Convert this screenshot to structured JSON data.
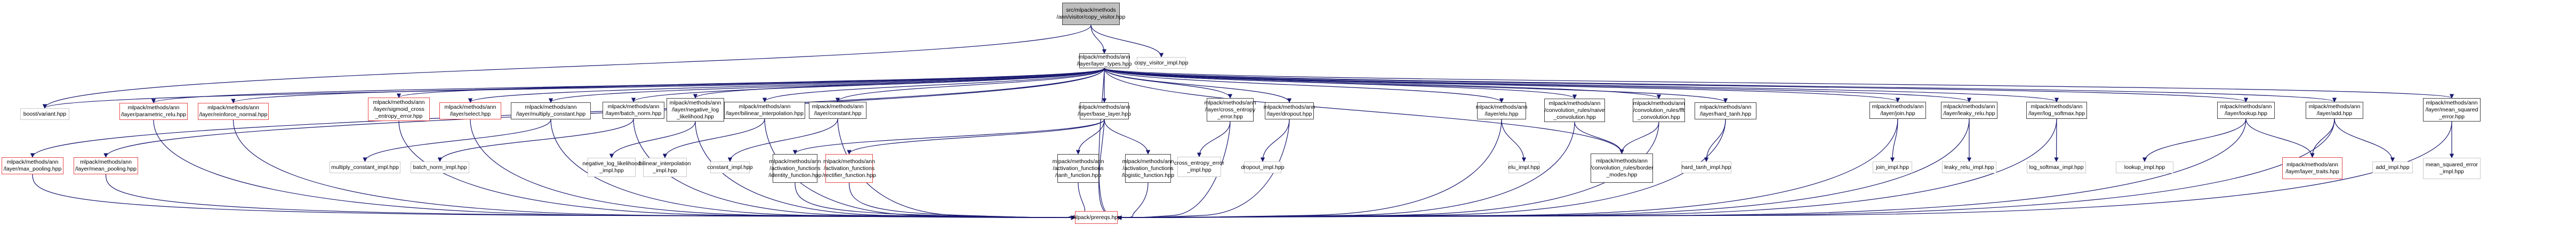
{
  "title": "Include dependency graph for copy_visitor.hpp",
  "colors": {
    "edge": "#191970",
    "node_documented_border": "#404040",
    "node_incomplete_border": "#e84848",
    "node_external_border": "#c8c8c8",
    "root_fill": "#bfbfbf"
  },
  "nodes": [
    {
      "id": "root",
      "label": "src/mlpack/methods\n/ann/visitor/copy_visitor.hpp",
      "style": "root"
    },
    {
      "id": "layer_types",
      "label": "mlpack/methods/ann\n/layer/layer_types.hpp",
      "style": "black"
    },
    {
      "id": "copy_visitor_impl",
      "label": "copy_visitor_impl.hpp",
      "style": "gray"
    },
    {
      "id": "boost_variant",
      "label": "boost/variant.hpp",
      "style": "gray"
    },
    {
      "id": "parametric_relu",
      "label": "mlpack/methods/ann\n/layer/parametric_relu.hpp",
      "style": "red"
    },
    {
      "id": "reinforce_normal",
      "label": "mlpack/methods/ann\n/layer/reinforce_normal.hpp",
      "style": "red"
    },
    {
      "id": "sigmoid_cross",
      "label": "mlpack/methods/ann\n/layer/sigmoid_cross\n_entropy_error.hpp",
      "style": "red"
    },
    {
      "id": "select",
      "label": "mlpack/methods/ann\n/layer/select.hpp",
      "style": "red"
    },
    {
      "id": "multiply_constant",
      "label": "mlpack/methods/ann\n/layer/multiply_constant.hpp",
      "style": "black"
    },
    {
      "id": "batch_norm",
      "label": "mlpack/methods/ann\n/layer/batch_norm.hpp",
      "style": "black"
    },
    {
      "id": "negative_log",
      "label": "mlpack/methods/ann\n/layer/negative_log\n_likelihood.hpp",
      "style": "black"
    },
    {
      "id": "bilinear",
      "label": "mlpack/methods/ann\n/layer/bilinear_interpolation.hpp",
      "style": "black"
    },
    {
      "id": "constant",
      "label": "mlpack/methods/ann\n/layer/constant.hpp",
      "style": "black"
    },
    {
      "id": "base_layer",
      "label": "mlpack/methods/ann\n/layer/base_layer.hpp",
      "style": "black"
    },
    {
      "id": "cross_entropy",
      "label": "mlpack/methods/ann\n/layer/cross_entropy\n_error.hpp",
      "style": "black"
    },
    {
      "id": "dropout",
      "label": "mlpack/methods/ann\n/layer/dropout.hpp",
      "style": "black"
    },
    {
      "id": "elu",
      "label": "mlpack/methods/ann\n/layer/elu.hpp",
      "style": "black"
    },
    {
      "id": "naive_conv",
      "label": "mlpack/methods/ann\n/convolution_rules/naive\n_convolution.hpp",
      "style": "black"
    },
    {
      "id": "fft_conv",
      "label": "mlpack/methods/ann\n/convolution_rules/fft\n_convolution.hpp",
      "style": "black"
    },
    {
      "id": "hard_tanh",
      "label": "mlpack/methods/ann\n/layer/hard_tanh.hpp",
      "style": "black"
    },
    {
      "id": "join",
      "label": "mlpack/methods/ann\n/layer/join.hpp",
      "style": "black"
    },
    {
      "id": "leaky_relu",
      "label": "mlpack/methods/ann\n/layer/leaky_relu.hpp",
      "style": "black"
    },
    {
      "id": "log_softmax",
      "label": "mlpack/methods/ann\n/layer/log_softmax.hpp",
      "style": "black"
    },
    {
      "id": "lookup",
      "label": "mlpack/methods/ann\n/layer/lookup.hpp",
      "style": "black"
    },
    {
      "id": "add",
      "label": "mlpack/methods/ann\n/layer/add.hpp",
      "style": "black"
    },
    {
      "id": "mse",
      "label": "mlpack/methods/ann\n/layer/mean_squared\n_error.hpp",
      "style": "black"
    },
    {
      "id": "max_pooling",
      "label": "mlpack/methods/ann\n/layer/max_pooling.hpp",
      "style": "red"
    },
    {
      "id": "mean_pooling",
      "label": "mlpack/methods/ann\n/layer/mean_pooling.hpp",
      "style": "red"
    },
    {
      "id": "multiply_constant_impl",
      "label": "multiply_constant_impl.hpp",
      "style": "gray"
    },
    {
      "id": "batch_norm_impl",
      "label": "batch_norm_impl.hpp",
      "style": "gray"
    },
    {
      "id": "negative_log_impl",
      "label": "negative_log_likelihood\n_impl.hpp",
      "style": "gray"
    },
    {
      "id": "bilinear_impl",
      "label": "bilinear_interpolation\n_impl.hpp",
      "style": "gray"
    },
    {
      "id": "constant_impl",
      "label": "constant_impl.hpp",
      "style": "gray"
    },
    {
      "id": "identity_fn",
      "label": "mlpack/methods/ann\n/activation_functions\n/identity_function.hpp",
      "style": "black"
    },
    {
      "id": "rectifier_fn",
      "label": "mlpack/methods/ann\n/activation_functions\n/rectifier_function.hpp",
      "style": "red"
    },
    {
      "id": "tanh_fn",
      "label": "mlpack/methods/ann\n/activation_functions\n/tanh_function.hpp",
      "style": "black"
    },
    {
      "id": "logistic_fn",
      "label": "mlpack/methods/ann\n/activation_functions\n/logistic_function.hpp",
      "style": "black"
    },
    {
      "id": "cross_entropy_impl",
      "label": "cross_entropy_error\n_impl.hpp",
      "style": "gray"
    },
    {
      "id": "dropout_impl",
      "label": "dropout_impl.hpp",
      "style": "gray"
    },
    {
      "id": "elu_impl",
      "label": "elu_impl.hpp",
      "style": "gray"
    },
    {
      "id": "border_modes",
      "label": "mlpack/methods/ann\n/convolution_rules/border\n_modes.hpp",
      "style": "black"
    },
    {
      "id": "hard_tanh_impl",
      "label": "hard_tanh_impl.hpp",
      "style": "gray"
    },
    {
      "id": "join_impl",
      "label": "join_impl.hpp",
      "style": "gray"
    },
    {
      "id": "leaky_relu_impl",
      "label": "leaky_relu_impl.hpp",
      "style": "gray"
    },
    {
      "id": "log_softmax_impl",
      "label": "log_softmax_impl.hpp",
      "style": "gray"
    },
    {
      "id": "lookup_impl",
      "label": "lookup_impl.hpp",
      "style": "gray"
    },
    {
      "id": "layer_traits",
      "label": "mlpack/methods/ann\n/layer/layer_traits.hpp",
      "style": "red"
    },
    {
      "id": "add_impl",
      "label": "add_impl.hpp",
      "style": "gray"
    },
    {
      "id": "mse_impl",
      "label": "mean_squared_error\n_impl.hpp",
      "style": "gray"
    },
    {
      "id": "prereqs",
      "label": "mlpack/prereqs.hpp",
      "style": "red"
    }
  ],
  "edges": [
    [
      "root",
      "layer_types"
    ],
    [
      "root",
      "copy_visitor_impl"
    ],
    [
      "root",
      "boost_variant"
    ],
    [
      "layer_types",
      "boost_variant"
    ],
    [
      "layer_types",
      "parametric_relu"
    ],
    [
      "layer_types",
      "reinforce_normal"
    ],
    [
      "layer_types",
      "sigmoid_cross"
    ],
    [
      "layer_types",
      "select"
    ],
    [
      "layer_types",
      "multiply_constant"
    ],
    [
      "layer_types",
      "batch_norm"
    ],
    [
      "layer_types",
      "negative_log"
    ],
    [
      "layer_types",
      "bilinear"
    ],
    [
      "layer_types",
      "constant"
    ],
    [
      "layer_types",
      "base_layer"
    ],
    [
      "layer_types",
      "cross_entropy"
    ],
    [
      "layer_types",
      "dropout"
    ],
    [
      "layer_types",
      "elu"
    ],
    [
      "layer_types",
      "naive_conv"
    ],
    [
      "layer_types",
      "fft_conv"
    ],
    [
      "layer_types",
      "hard_tanh"
    ],
    [
      "layer_types",
      "join"
    ],
    [
      "layer_types",
      "leaky_relu"
    ],
    [
      "layer_types",
      "log_softmax"
    ],
    [
      "layer_types",
      "lookup"
    ],
    [
      "layer_types",
      "add"
    ],
    [
      "layer_types",
      "mse"
    ],
    [
      "layer_types",
      "max_pooling"
    ],
    [
      "layer_types",
      "mean_pooling"
    ],
    [
      "layer_types",
      "border_modes"
    ],
    [
      "layer_types",
      "prereqs"
    ],
    [
      "multiply_constant",
      "multiply_constant_impl"
    ],
    [
      "multiply_constant",
      "prereqs"
    ],
    [
      "batch_norm",
      "batch_norm_impl"
    ],
    [
      "batch_norm",
      "prereqs"
    ],
    [
      "negative_log",
      "negative_log_impl"
    ],
    [
      "negative_log",
      "prereqs"
    ],
    [
      "bilinear",
      "bilinear_impl"
    ],
    [
      "bilinear",
      "prereqs"
    ],
    [
      "constant",
      "constant_impl"
    ],
    [
      "constant",
      "prereqs"
    ],
    [
      "base_layer",
      "identity_fn"
    ],
    [
      "base_layer",
      "rectifier_fn"
    ],
    [
      "base_layer",
      "tanh_fn"
    ],
    [
      "base_layer",
      "logistic_fn"
    ],
    [
      "base_layer",
      "prereqs"
    ],
    [
      "identity_fn",
      "prereqs"
    ],
    [
      "rectifier_fn",
      "prereqs"
    ],
    [
      "tanh_fn",
      "prereqs"
    ],
    [
      "logistic_fn",
      "prereqs"
    ],
    [
      "cross_entropy",
      "cross_entropy_impl"
    ],
    [
      "cross_entropy",
      "prereqs"
    ],
    [
      "dropout",
      "dropout_impl"
    ],
    [
      "dropout",
      "prereqs"
    ],
    [
      "elu",
      "elu_impl"
    ],
    [
      "elu",
      "prereqs"
    ],
    [
      "naive_conv",
      "border_modes"
    ],
    [
      "naive_conv",
      "prereqs"
    ],
    [
      "fft_conv",
      "border_modes"
    ],
    [
      "fft_conv",
      "prereqs"
    ],
    [
      "hard_tanh",
      "hard_tanh_impl"
    ],
    [
      "hard_tanh",
      "prereqs"
    ],
    [
      "join",
      "join_impl"
    ],
    [
      "join",
      "prereqs"
    ],
    [
      "leaky_relu",
      "leaky_relu_impl"
    ],
    [
      "leaky_relu",
      "prereqs"
    ],
    [
      "log_softmax",
      "log_softmax_impl"
    ],
    [
      "log_softmax",
      "prereqs"
    ],
    [
      "lookup",
      "lookup_impl"
    ],
    [
      "lookup",
      "layer_traits"
    ],
    [
      "lookup",
      "prereqs"
    ],
    [
      "add",
      "add_impl"
    ],
    [
      "add",
      "layer_traits"
    ],
    [
      "add",
      "prereqs"
    ],
    [
      "mse",
      "mse_impl"
    ],
    [
      "mse",
      "prereqs"
    ],
    [
      "parametric_relu",
      "prereqs"
    ],
    [
      "reinforce_normal",
      "prereqs"
    ],
    [
      "sigmoid_cross",
      "prereqs"
    ],
    [
      "select",
      "prereqs"
    ],
    [
      "max_pooling",
      "prereqs"
    ],
    [
      "mean_pooling",
      "prereqs"
    ]
  ]
}
